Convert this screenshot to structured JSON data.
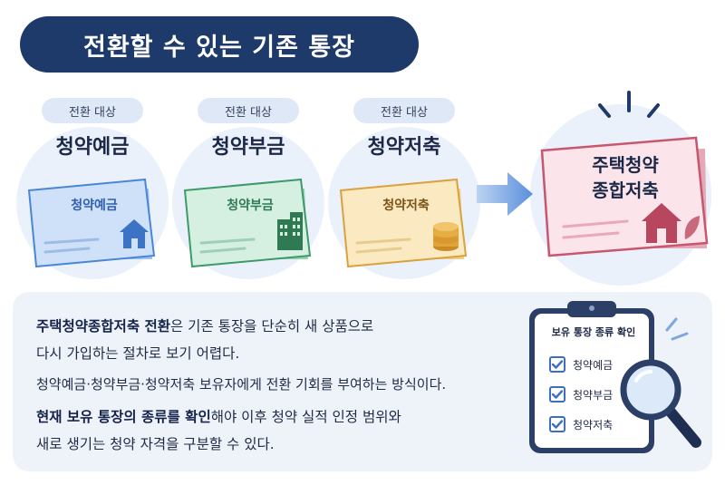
{
  "header": {
    "title": "전환할 수 있는 기존 통장"
  },
  "sources": [
    {
      "tag": "전환 대상",
      "name": "청약예금",
      "card_text": "청약예금",
      "icon": "house-icon",
      "color": "#4a86d8"
    },
    {
      "tag": "전환 대상",
      "name": "청약부금",
      "card_text": "청약부금",
      "icon": "building-icon",
      "color": "#3d9a6a"
    },
    {
      "tag": "전환 대상",
      "name": "청약저축",
      "card_text": "청약저축",
      "icon": "coins-icon",
      "color": "#d9a23c"
    }
  ],
  "destination": {
    "line1": "주택청약",
    "line2": "종합저축",
    "icon": "house-icon",
    "color": "#c8566e"
  },
  "info": {
    "line1_bold": "주택청약종합저축 전환",
    "line1_rest": "은 기존 통장을 단순히 새 상품으로",
    "line2": "다시 가입하는 절차로 보기 어렵다.",
    "line3": "청약예금·청약부금·청약저축 보유자에게 전환 기회를 부여하는 방식이다.",
    "line4_bold": "현재 보유 통장의 종류를 확인",
    "line4_rest": "해야 이후 청약 실적 인정 범위와",
    "line5": "새로 생기는 청약 자격을 구분할 수 있다."
  },
  "checklist": {
    "title": "보유 통장 종류 확인",
    "items": [
      "청약예금",
      "청약부금",
      "청약저축"
    ]
  }
}
